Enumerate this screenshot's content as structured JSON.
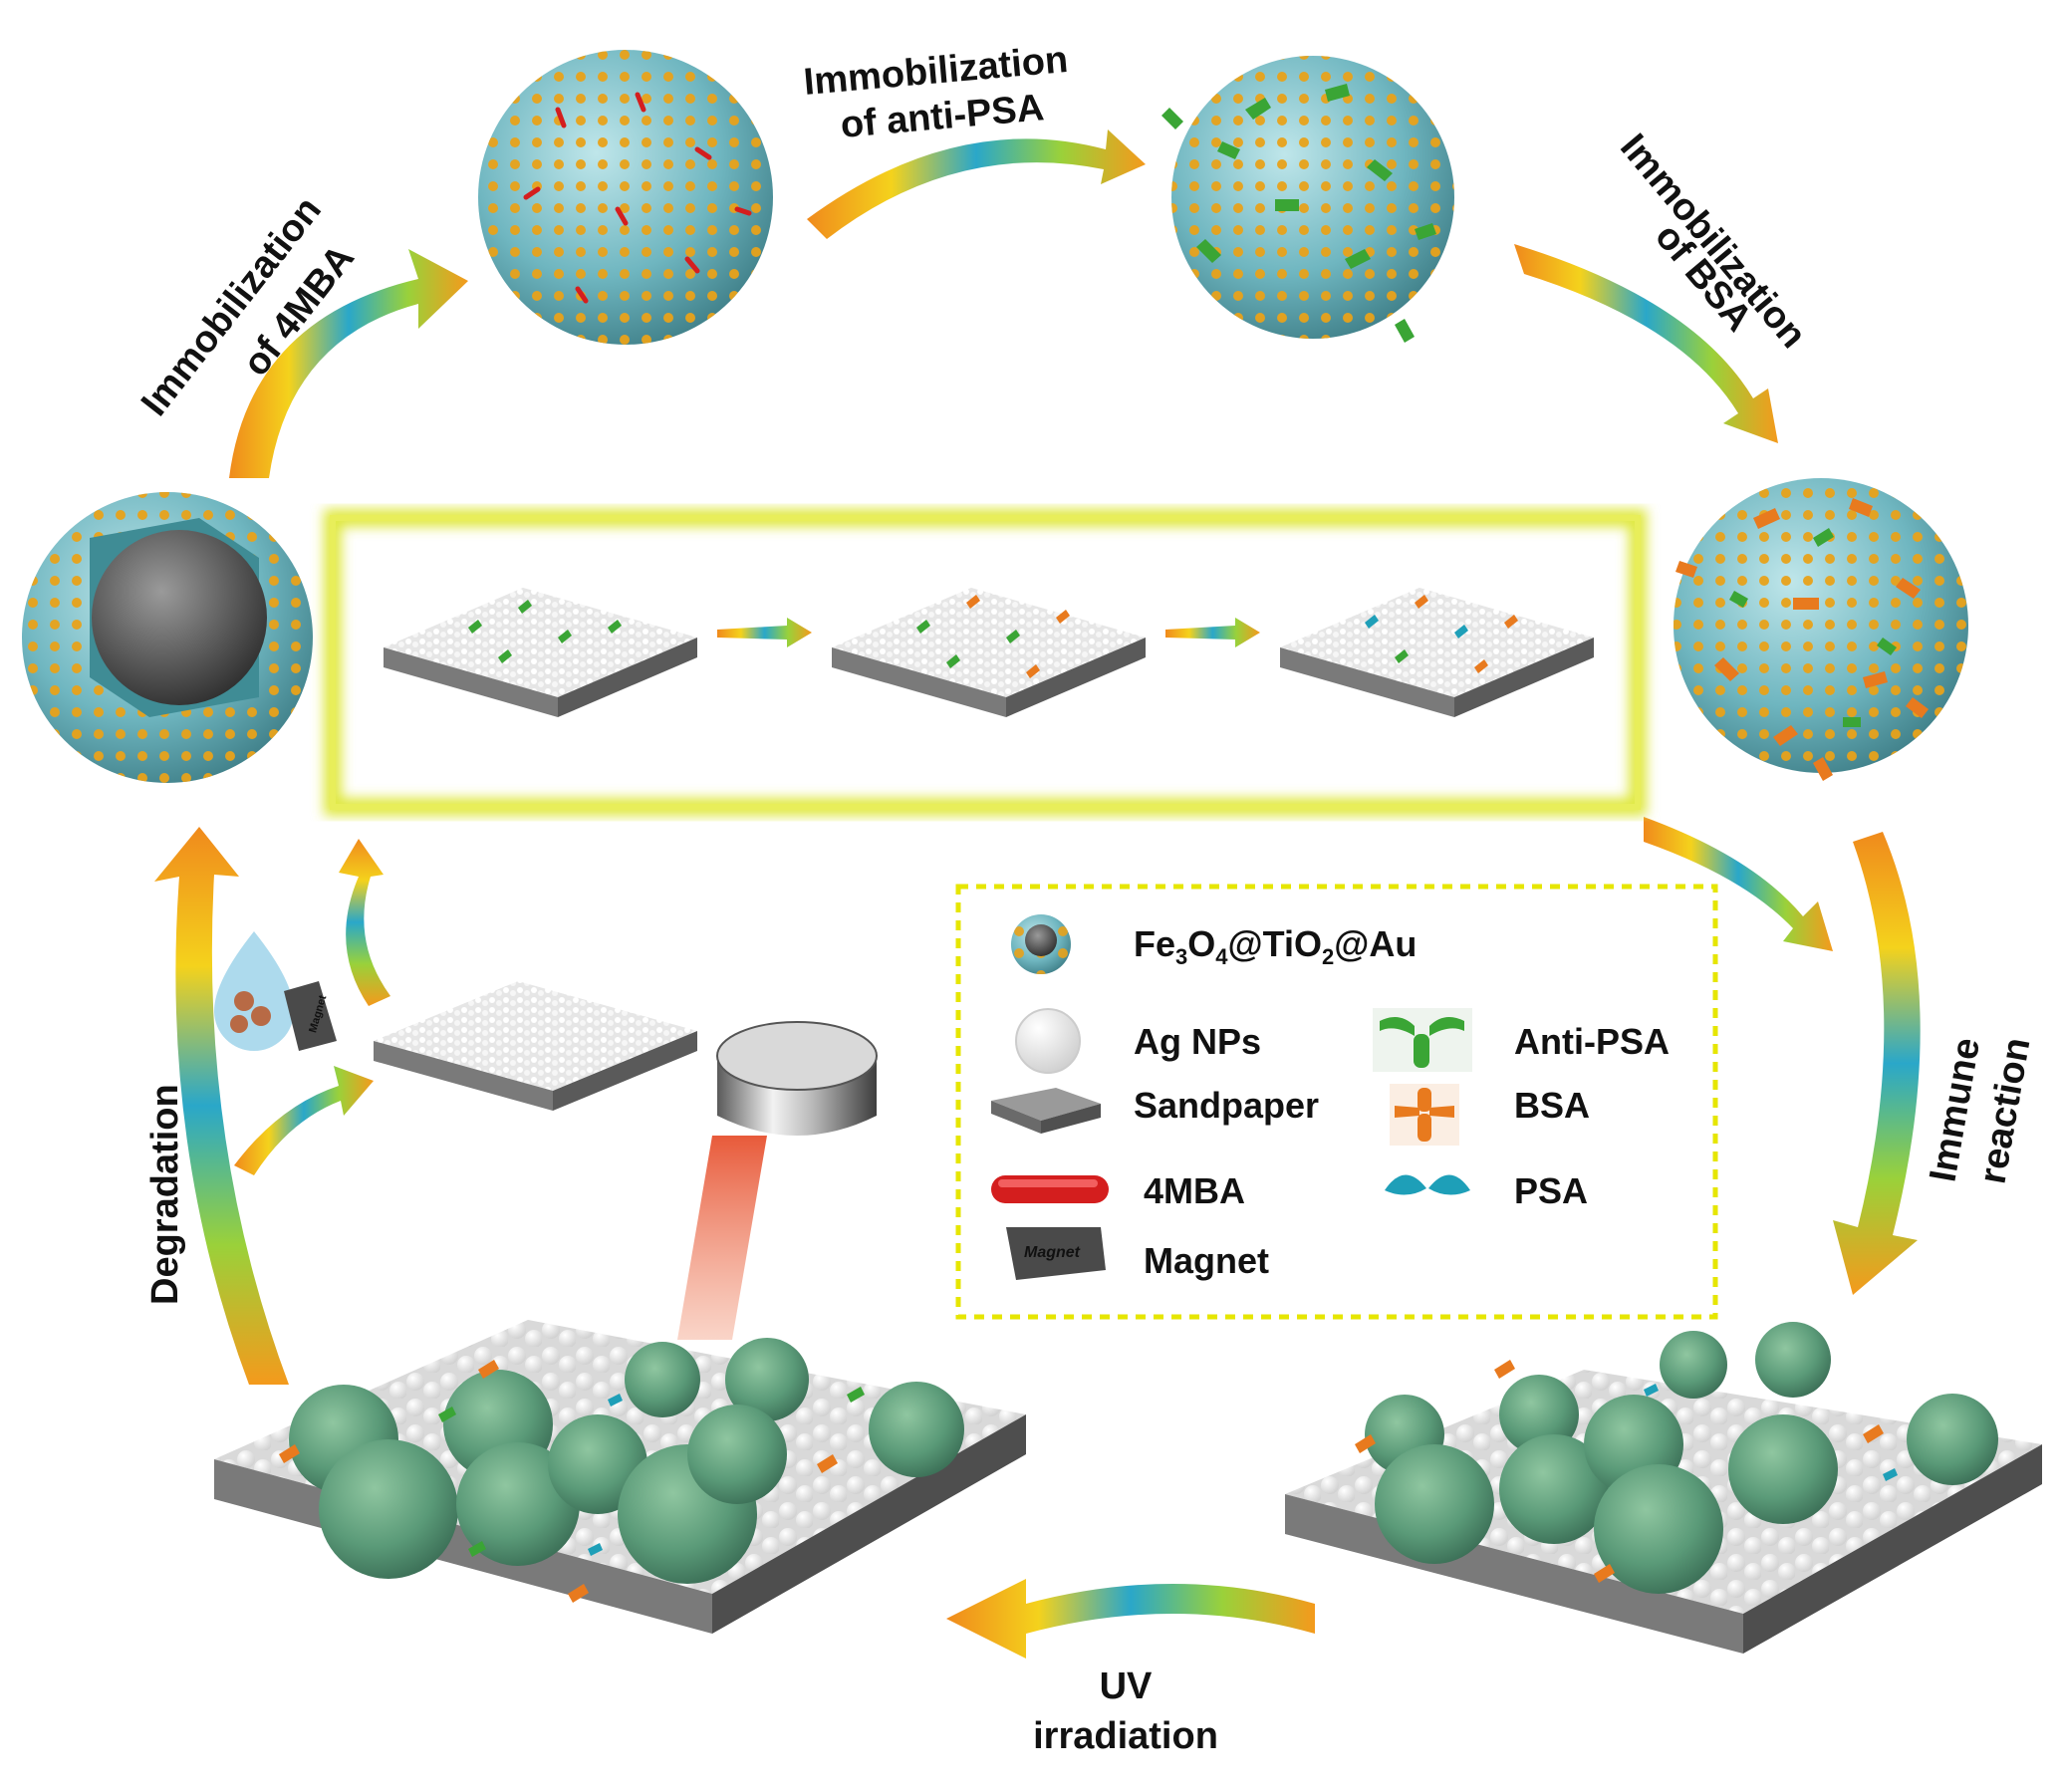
{
  "steps": {
    "immob_4mba_line1": "Immobilization",
    "immob_4mba_line2": "of 4MBA",
    "immob_anti_psa_line1": "Immobilization",
    "immob_anti_psa_line2": "of anti-PSA",
    "immob_bsa_line1": "Immobilization",
    "immob_bsa_line2": "of BSA",
    "immune_line1": "Immune",
    "immune_line2": "reaction",
    "uv_line1": "UV",
    "uv_line2": "irradiation",
    "degradation": "Degradation"
  },
  "legend": {
    "core_main": "Fe",
    "core_sub1": "3",
    "core_o": "O",
    "core_sub2": "4",
    "core_rest": "@TiO",
    "core_sub3": "2",
    "core_end": "@Au",
    "ag_nps": "Ag NPs",
    "sandpaper": "Sandpaper",
    "mba": "4MBA",
    "magnet": "Magnet",
    "anti_psa": "Anti-PSA",
    "bsa": "BSA",
    "psa": "PSA"
  },
  "magnet_label": "Magnet",
  "colors": {
    "gold": "#e8a21a",
    "shell": "#6fb6c0",
    "core": "#4a4a4a",
    "antibody": "#3aa535",
    "bsa": "#e87a1e",
    "psa": "#1e9fb8",
    "mba": "#d41e1e",
    "box_glow": "#dfe840",
    "legend_border": "#e6e600"
  }
}
